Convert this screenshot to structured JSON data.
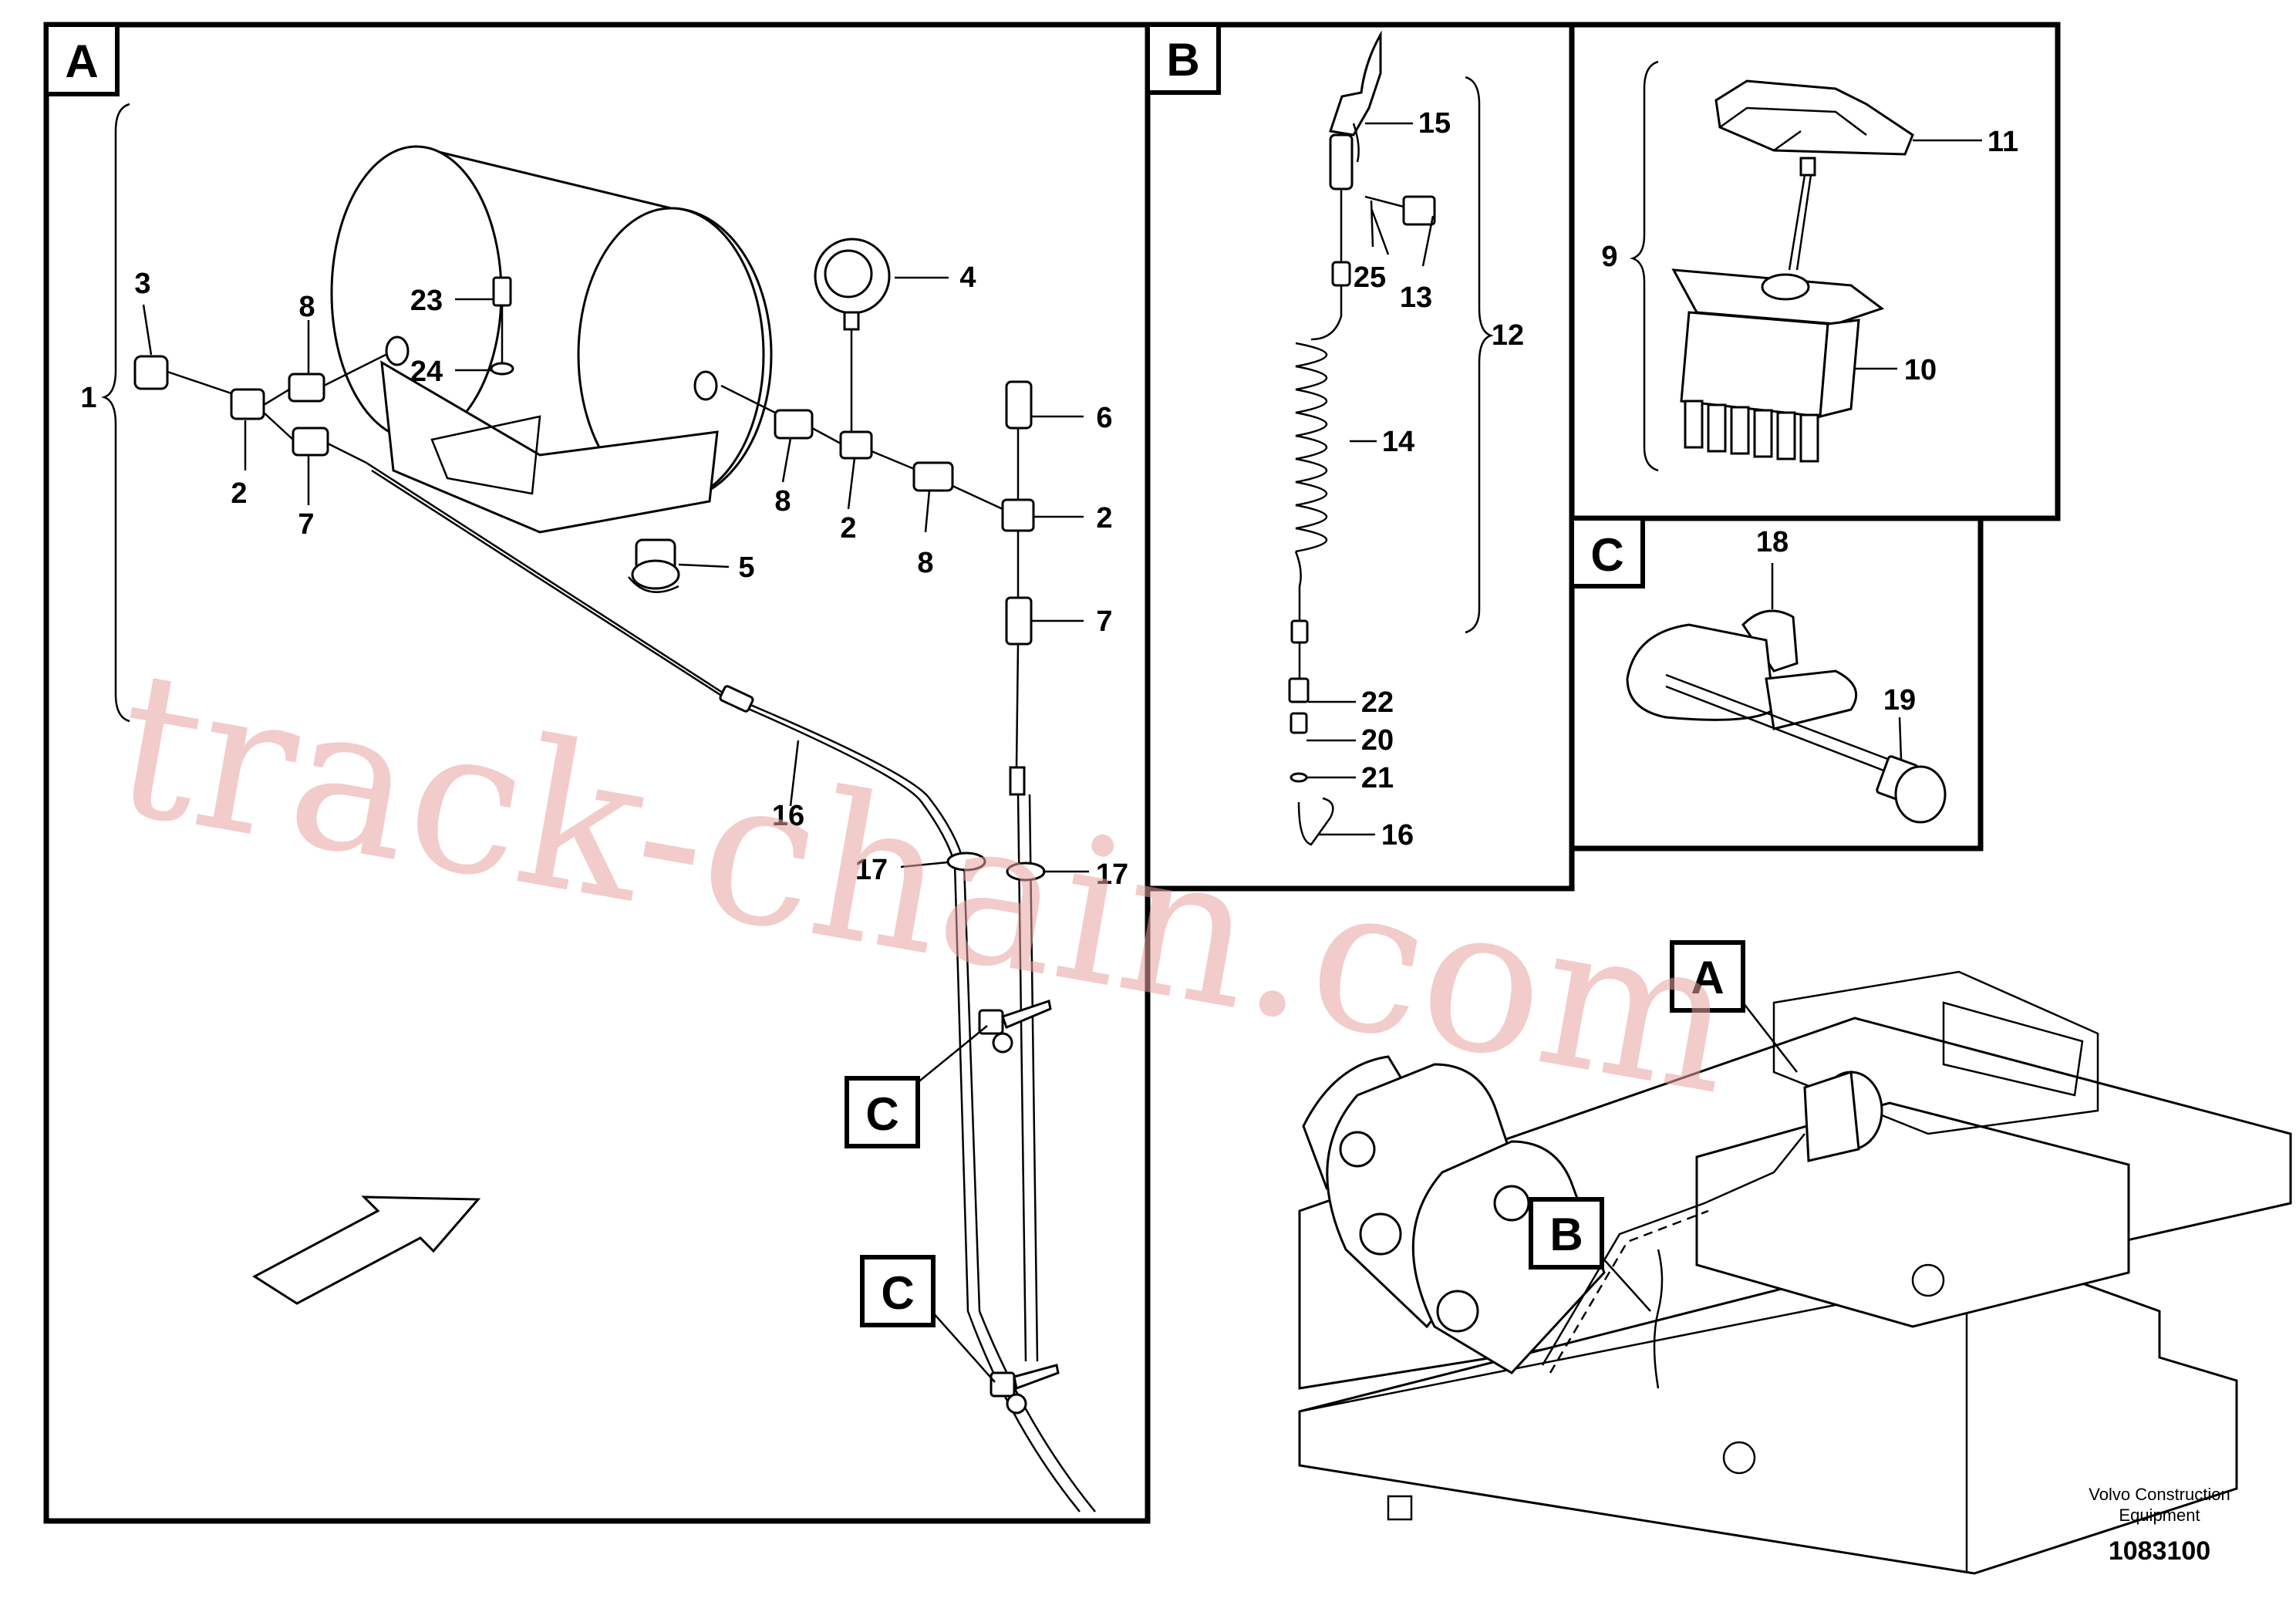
{
  "panels": {
    "A": "A",
    "B": "B",
    "C": "C"
  },
  "callouts": {
    "A": "A",
    "B": "B",
    "C": "C"
  },
  "labels": {
    "p1": "1",
    "p2a": "2",
    "p2b": "2",
    "p2c": "2",
    "p3": "3",
    "p4": "4",
    "p5": "5",
    "p6": "6",
    "p7a": "7",
    "p7b": "7",
    "p8a": "8",
    "p8b": "8",
    "p8c": "8",
    "p9": "9",
    "p10": "10",
    "p11": "11",
    "p12": "12",
    "p13": "13",
    "p14": "14",
    "p15": "15",
    "p16a": "16",
    "p16b": "16",
    "p17a": "17",
    "p17b": "17",
    "p18": "18",
    "p19": "19",
    "p20": "20",
    "p21": "21",
    "p22": "22",
    "p23": "23",
    "p24": "24",
    "p25": "25"
  },
  "watermark": "track-chain.com",
  "footer": {
    "company_line1": "Volvo Construction",
    "company_line2": "Equipment",
    "drawing_number": "1083100"
  }
}
